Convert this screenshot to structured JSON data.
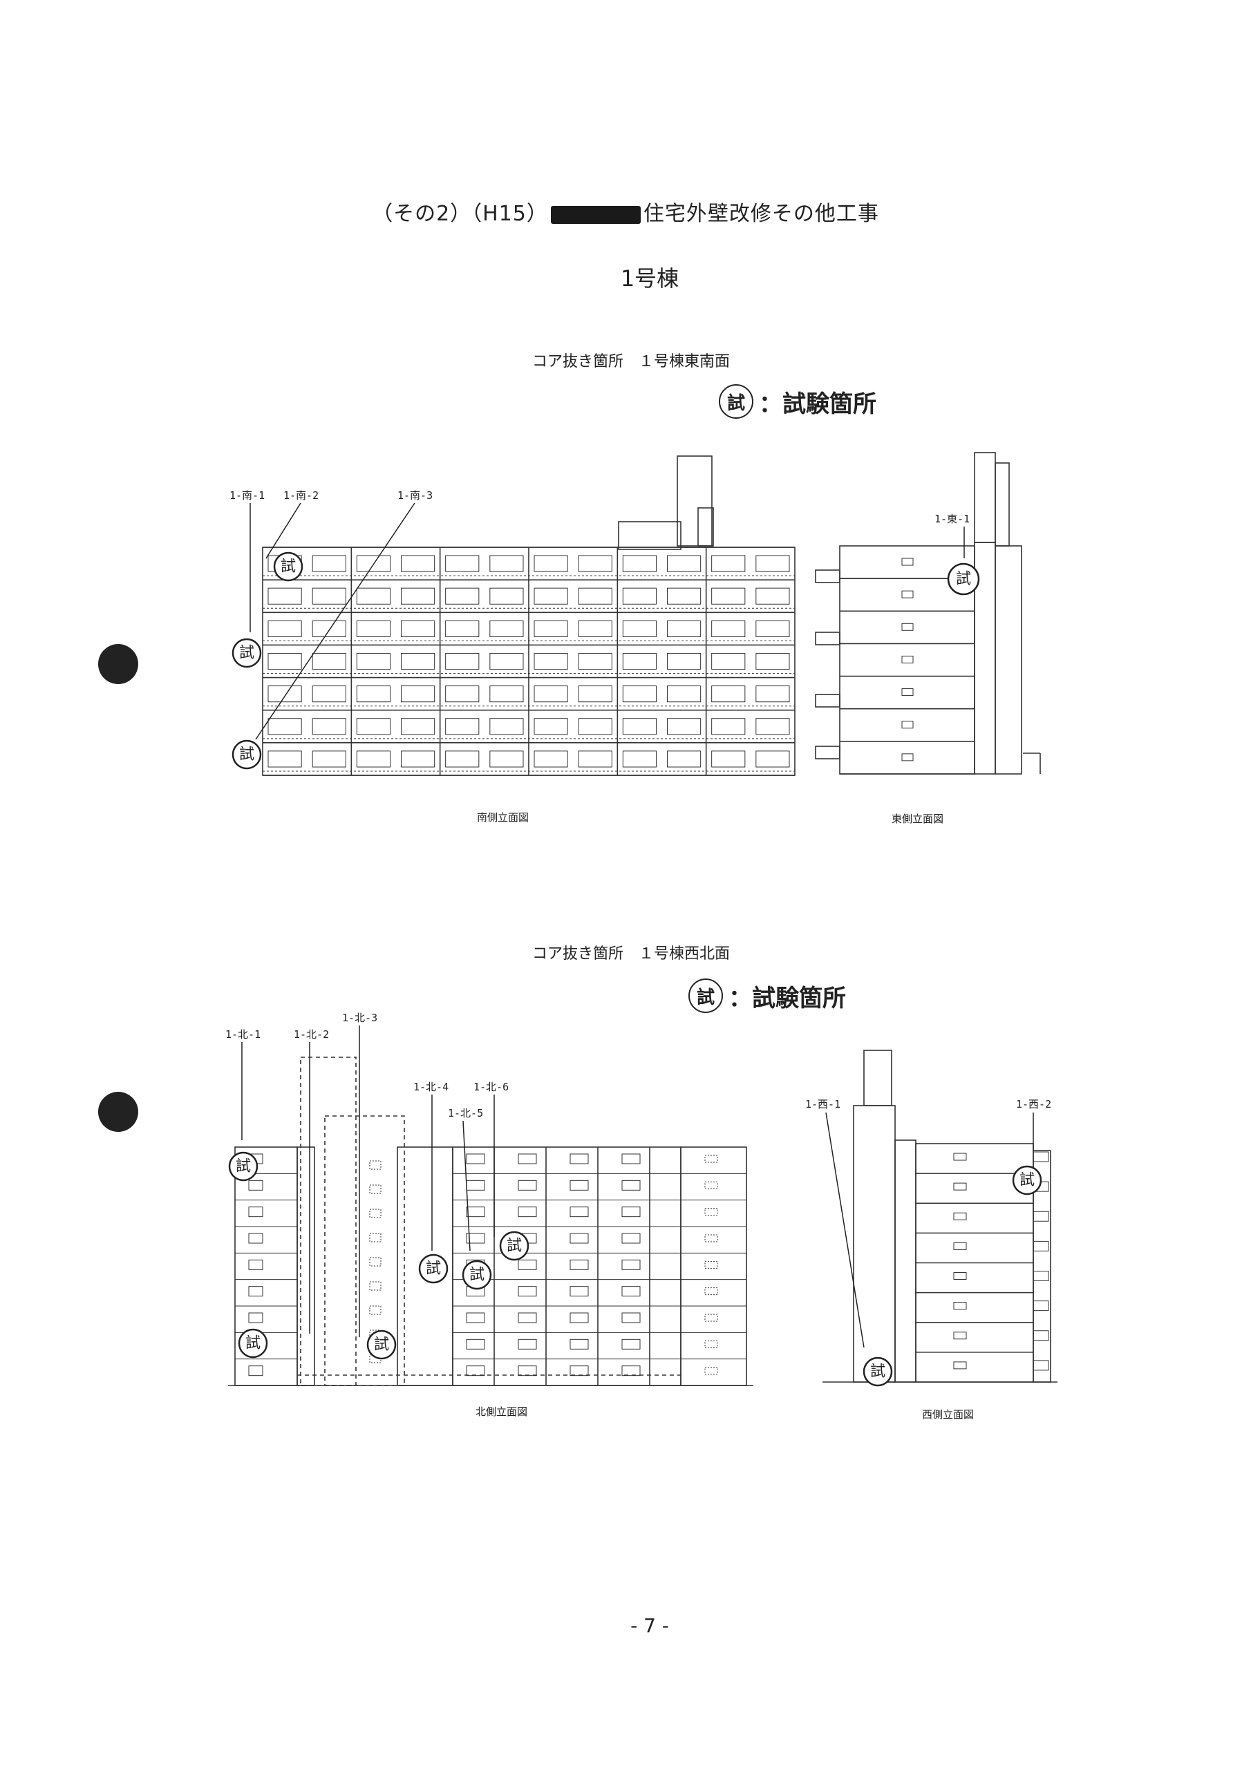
{
  "header": {
    "title_prefix": "（その2）（H15）",
    "title_suffix": "住宅外壁改修その他工事",
    "building": "1号棟"
  },
  "section1": {
    "heading": "コア抜き箇所　１号棟東南面",
    "legend_symbol": "試",
    "legend_text": "：試験箇所",
    "south": {
      "caption": "南側立面図",
      "tags": [
        "1-南-1",
        "1-南-2",
        "1-南-3"
      ]
    },
    "east": {
      "caption": "東側立面図",
      "tags": [
        "1-東-1"
      ]
    }
  },
  "section2": {
    "heading": "コア抜き箇所　１号棟西北面",
    "legend_symbol": "試",
    "legend_text": "：試験箇所",
    "north": {
      "caption": "北側立面図",
      "tags": [
        "1-北-1",
        "1-北-2",
        "1-北-3",
        "1-北-4",
        "1-北-5",
        "1-北-6"
      ]
    },
    "west": {
      "caption": "西側立面図",
      "tags": [
        "1-西-1",
        "1-西-2"
      ]
    }
  },
  "footer": {
    "page_number": "- 7 -"
  }
}
